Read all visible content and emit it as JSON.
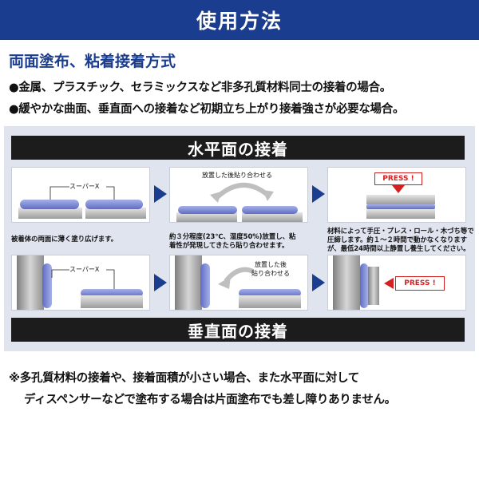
{
  "header": {
    "title": "使用方法"
  },
  "section": {
    "title": "両面塗布、粘着接着方式"
  },
  "bullets": [
    "●金属、プラスチック、セラミックスなど非多孔質材料同士の接着の場合。",
    "●緩やかな曲面、垂直面への接着など初期立ち上がり接着強さが必要な場合。"
  ],
  "horizontal": {
    "title": "水平面の接着",
    "step1": {
      "label": "スーパーX",
      "caption": "被着体の両面に薄く塗り広げます。"
    },
    "step2": {
      "label": "放置した後貼り合わせる",
      "caption": [
        "約３分程度(23℃、湿度50%)放置し、粘",
        "着性が発現してきたら貼り合わせます。"
      ]
    },
    "step3": {
      "press": "PRESS !",
      "caption": [
        "材料によって手圧・プレス・ロール・木づち等で",
        "圧締します。約１～２時間で動かなくなります",
        "が、最低24時間以上静置し養生してください。"
      ]
    }
  },
  "vertical": {
    "title": "垂直面の接着",
    "step1": {
      "label": "スーパーX"
    },
    "step2": {
      "label": [
        "放置した後",
        "貼り合わせる"
      ]
    },
    "step3": {
      "press": "PRESS !"
    }
  },
  "footnotes": [
    "※多孔質材料の接着や、接着面積が小さい場合、また水平面に対して",
    "ディスペンサーなどで塗布する場合は片面塗布でも差し障りありません。"
  ],
  "colors": {
    "primary": "#1a3d8f",
    "band": "#1c1c1c",
    "adhesive": "#6f7bd0",
    "press": "#d42020",
    "panel": "#dfe4ef"
  }
}
